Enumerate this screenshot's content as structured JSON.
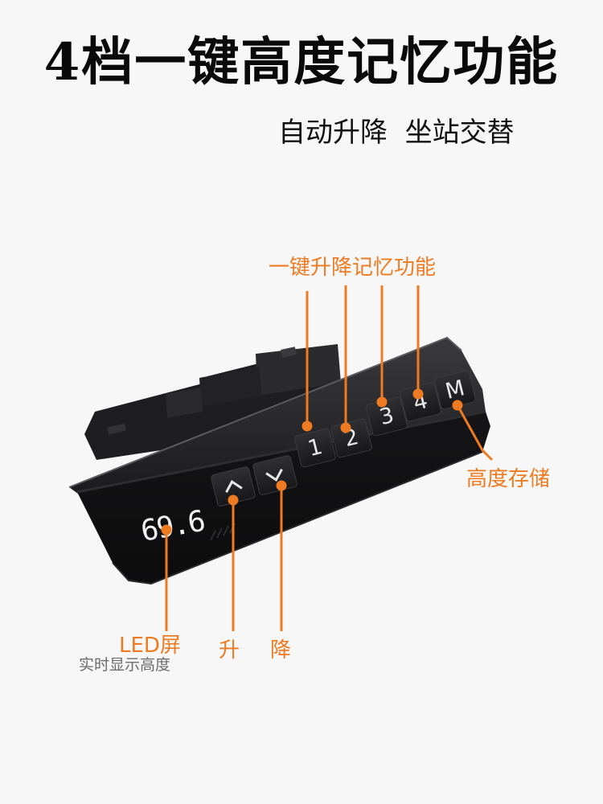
{
  "title": "4档一键高度记忆功能",
  "subtitle": "自动升降  坐站交替",
  "annotations": {
    "memory_keys": "一键升降记忆功能",
    "height_save": "高度存储",
    "led_screen": "LED屏",
    "led_caption": "实时显示高度",
    "up": "升",
    "down": "降"
  },
  "panel": {
    "display_value": "69.6",
    "keys": {
      "preset_1": "1",
      "preset_2": "2",
      "preset_3": "3",
      "preset_4": "4",
      "memory": "M"
    }
  },
  "colors": {
    "accent": "#ee7b22",
    "panel": "#1c1c1e",
    "key": "#26262a"
  },
  "icons": {
    "up_key": "chevron-up-icon",
    "down_key": "chevron-down-icon"
  }
}
